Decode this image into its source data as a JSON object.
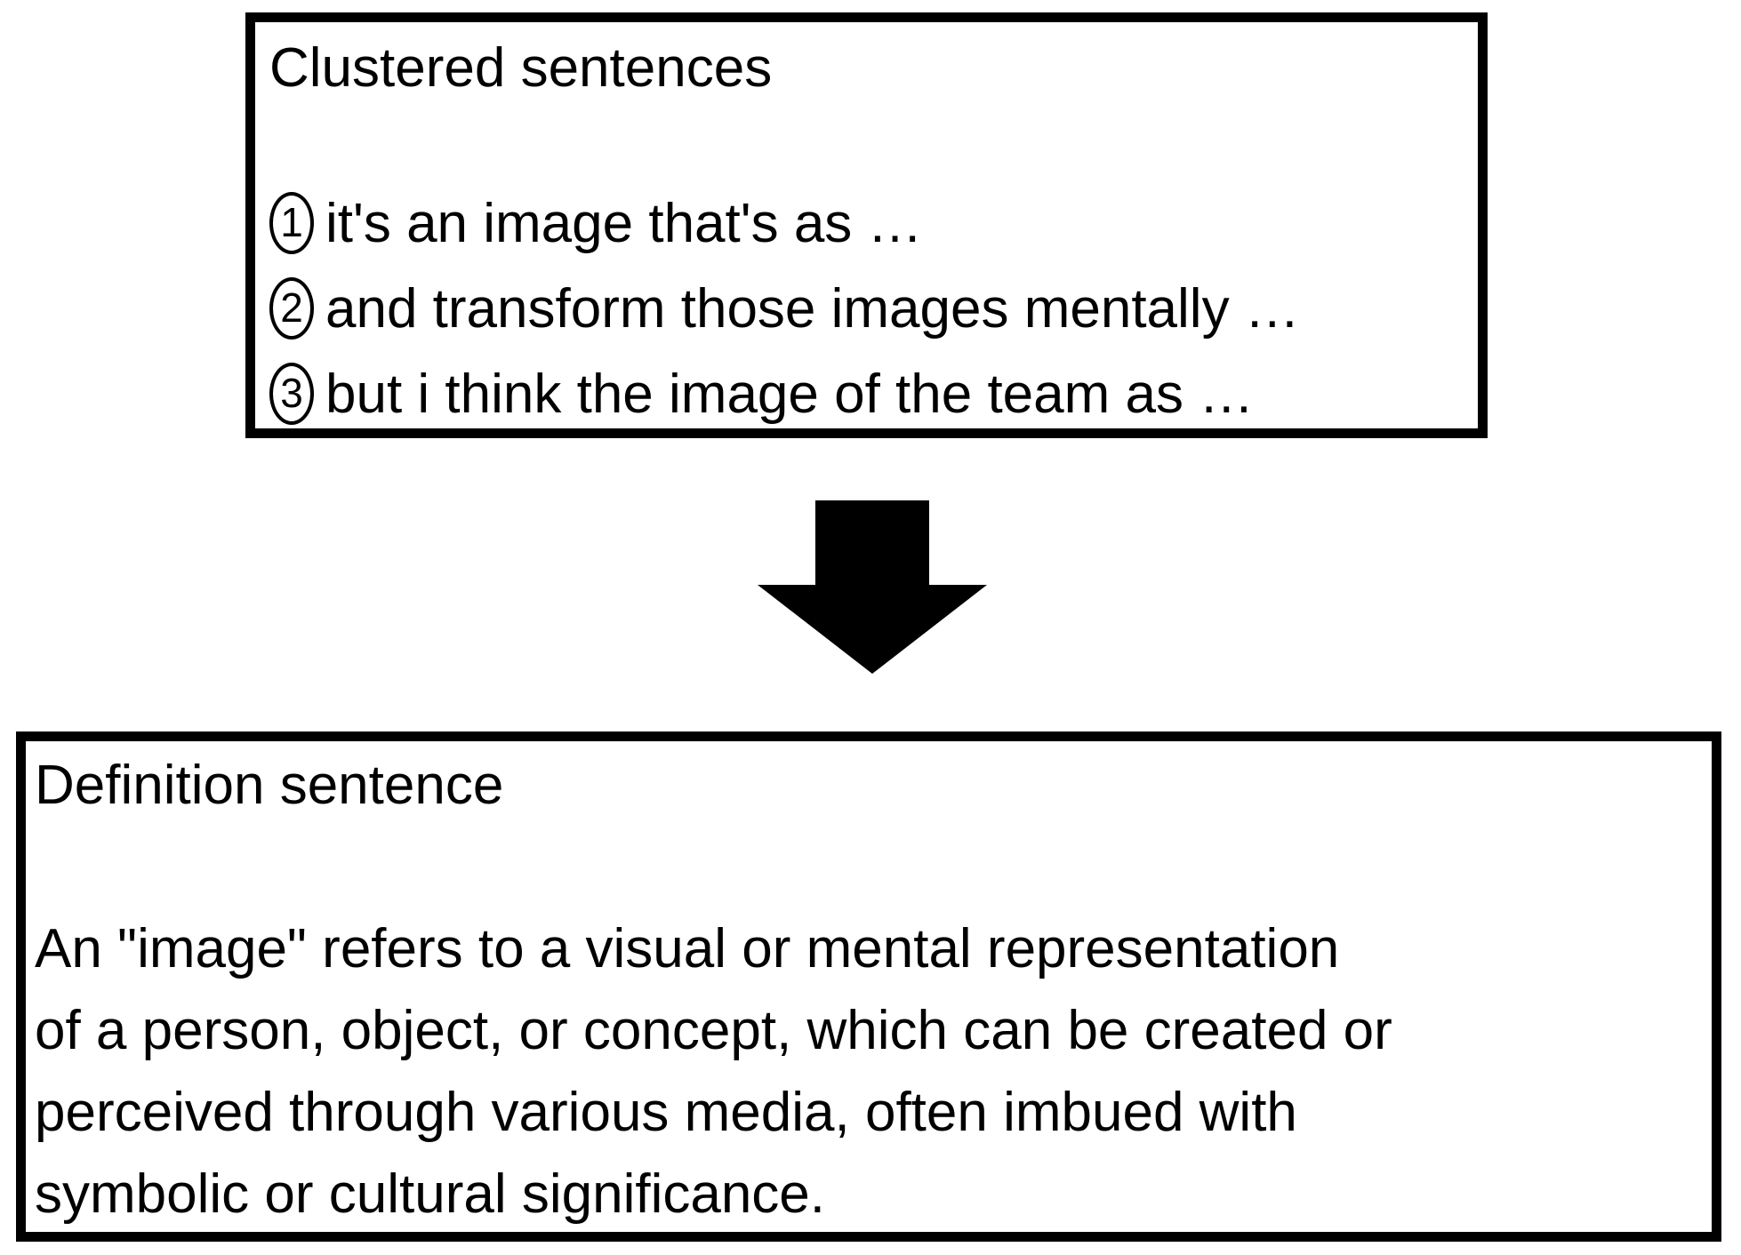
{
  "top_box": {
    "title": "Clustered sentences",
    "items": [
      {
        "number": "1",
        "text": "it's an image that's as …"
      },
      {
        "number": "2",
        "text": "and transform those images mentally …"
      },
      {
        "number": "3",
        "text": "but i think the image of the team as …"
      }
    ]
  },
  "arrow": {
    "direction": "down",
    "color": "#000000"
  },
  "bottom_box": {
    "title": "Definition sentence",
    "body": "An \"image\" refers to a visual or mental representation\nof a person, object, or concept, which can be created or\nperceived through various media, often imbued with\nsymbolic or cultural significance."
  },
  "colors": {
    "background": "#ffffff",
    "border": "#000000",
    "text": "#000000"
  }
}
